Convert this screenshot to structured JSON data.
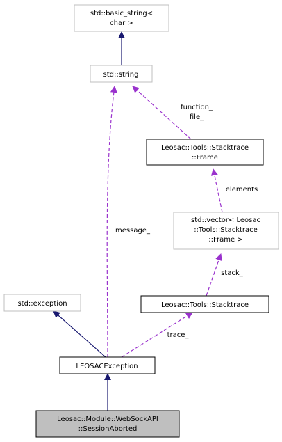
{
  "colors": {
    "inheritance_edge": "#191970",
    "usage_edge": "#9a32cd",
    "external_border": "#bfbfbf",
    "documented_border": "#000000",
    "focus_fill": "#bfbfbf"
  },
  "nodes": {
    "basic_string": {
      "line1": "std::basic_string<",
      "line2": "char >"
    },
    "string": {
      "label": "std::string"
    },
    "frame": {
      "line1": "Leosac::Tools::Stacktrace",
      "line2": "::Frame"
    },
    "vector": {
      "line1": "std::vector< Leosac",
      "line2": "::Tools::Stacktrace",
      "line3": "::Frame >"
    },
    "exception": {
      "label": "std::exception"
    },
    "stacktrace": {
      "label": "Leosac::Tools::Stacktrace"
    },
    "leosac_exception": {
      "label": "LEOSACException"
    },
    "session_aborted": {
      "line1": "Leosac::Module::WebSockAPI",
      "line2": "::SessionAborted"
    }
  },
  "edge_labels": {
    "function_file_1": "function_",
    "function_file_2": "file_",
    "elements": "elements",
    "message": "message_",
    "stack": "stack_",
    "trace": "trace_"
  }
}
